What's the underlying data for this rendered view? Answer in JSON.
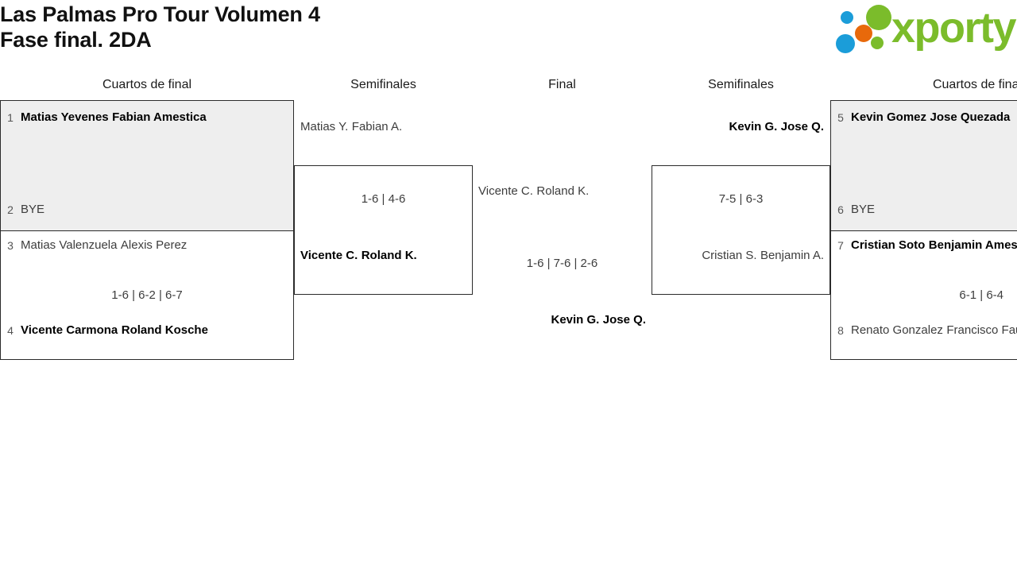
{
  "header": {
    "title_line1": "Las Palmas Pro Tour Volumen 4",
    "title_line2": "Fase final. 2DA",
    "logo_text": "xporty"
  },
  "rounds": {
    "qf_left": "Cuartos de final",
    "sf_left": "Semifinales",
    "final": "Final",
    "sf_right": "Semifinales",
    "qf_right": "Cuartos de final"
  },
  "colors": {
    "brand_green": "#7bbc2b",
    "brand_blue": "#1b9dd9",
    "brand_orange": "#e8690b",
    "box_fill": "#eeeeee",
    "box_border": "#2b2b2b"
  },
  "bracket": {
    "qf_left_1": {
      "top": {
        "seed": "1",
        "player1": "Matias Yevenes",
        "player2": "Fabian Amestica"
      },
      "bottom": {
        "seed": "2",
        "player1": "BYE",
        "player2": ""
      },
      "score": ""
    },
    "qf_left_2": {
      "top": {
        "seed": "3",
        "player1": "Matias Valenzuela",
        "player2": "Alexis Perez"
      },
      "bottom": {
        "seed": "4",
        "player1": "Vicente Carmona",
        "player2": "Roland Kosche"
      },
      "score": "1-6 | 6-2 | 6-7"
    },
    "sf_left": {
      "top": {
        "player1": "Matias Y.",
        "player2": "Fabian A."
      },
      "bottom": {
        "player1": "Vicente C.",
        "player2": "Roland K."
      },
      "score": "1-6 | 4-6"
    },
    "final": {
      "top": {
        "player1": "Vicente C.",
        "player2": "Roland K."
      },
      "bottom": {
        "player1": "Kevin G.",
        "player2": "Jose Q."
      },
      "score": "1-6 | 7-6 | 2-6"
    },
    "sf_right": {
      "top": {
        "player1": "Kevin G.",
        "player2": "Jose Q."
      },
      "bottom": {
        "player1": "Cristian S.",
        "player2": "Benjamin A."
      },
      "score": "7-5 | 6-3"
    },
    "qf_right_1": {
      "top": {
        "seed": "5",
        "player1": "Kevin Gomez",
        "player2": "Jose Quezada"
      },
      "bottom": {
        "seed": "6",
        "player1": "BYE",
        "player2": ""
      },
      "score": ""
    },
    "qf_right_2": {
      "top": {
        "seed": "7",
        "player1": "Cristian Soto",
        "player2": "Benjamin Amestica"
      },
      "bottom": {
        "seed": "8",
        "player1": "Renato Gonzalez",
        "player2": "Francisco Faundez"
      },
      "score": "6-1 | 6-4"
    }
  }
}
